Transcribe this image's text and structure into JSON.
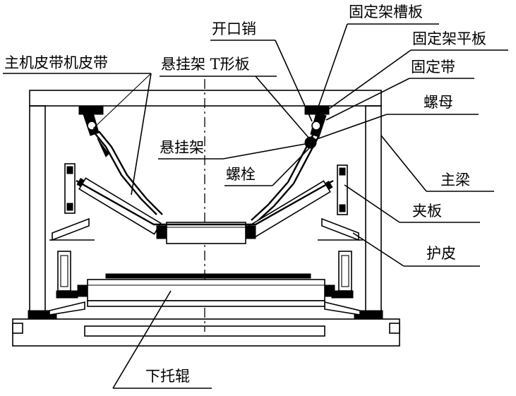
{
  "labels": {
    "main_belt": "主机皮带机皮带",
    "t_plate": "悬挂架 T形板",
    "open_pin": "开口销",
    "slot_plate": "固定架槽板",
    "flat_plate": "固定架平板",
    "fix_band": "固定带",
    "nut": "螺母",
    "hanger": "悬挂架",
    "bolt": "螺栓",
    "main_beam": "主梁",
    "clamp_plate": "夹板",
    "guard_skin": "护皮",
    "lower_roller": "下托辊"
  },
  "colors": {
    "line": "#000000",
    "background": "#ffffff"
  }
}
